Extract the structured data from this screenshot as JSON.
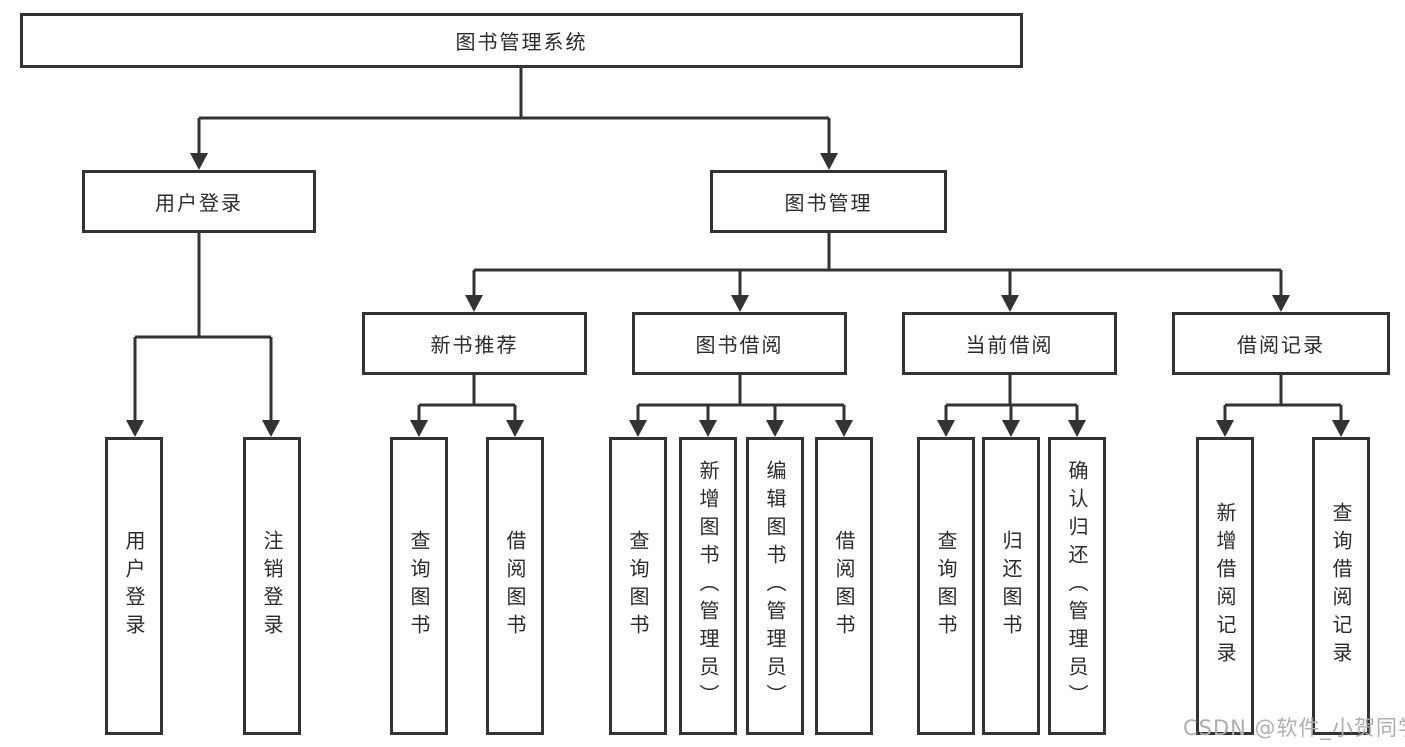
{
  "diagram": {
    "type": "hierarchy-tree",
    "root": {
      "label": "图书管理系统"
    },
    "branches": [
      {
        "label": "用户登录",
        "children": [
          {
            "label": "用户登录"
          },
          {
            "label": "注销登录"
          }
        ]
      },
      {
        "label": "图书管理",
        "groups": [
          {
            "label": "新书推荐",
            "children": [
              {
                "label": "查询图书"
              },
              {
                "label": "借阅图书"
              }
            ]
          },
          {
            "label": "图书借阅",
            "children": [
              {
                "label": "查询图书"
              },
              {
                "label": "新增图书（管理员）"
              },
              {
                "label": "编辑图书（管理员）"
              },
              {
                "label": "借阅图书"
              }
            ]
          },
          {
            "label": "当前借阅",
            "children": [
              {
                "label": "查询图书"
              },
              {
                "label": "归还图书"
              },
              {
                "label": "确认归还（管理员）"
              }
            ]
          },
          {
            "label": "借阅记录",
            "children": [
              {
                "label": "新增借阅记录"
              },
              {
                "label": "查询借阅记录"
              }
            ]
          }
        ]
      }
    ]
  },
  "watermark": "CSDN @软件_小贺同学",
  "colors": {
    "line": "#333333",
    "box_border": "#333333",
    "text": "#2b2b2b",
    "background": "#ffffff",
    "watermark": "#aeaeae"
  }
}
